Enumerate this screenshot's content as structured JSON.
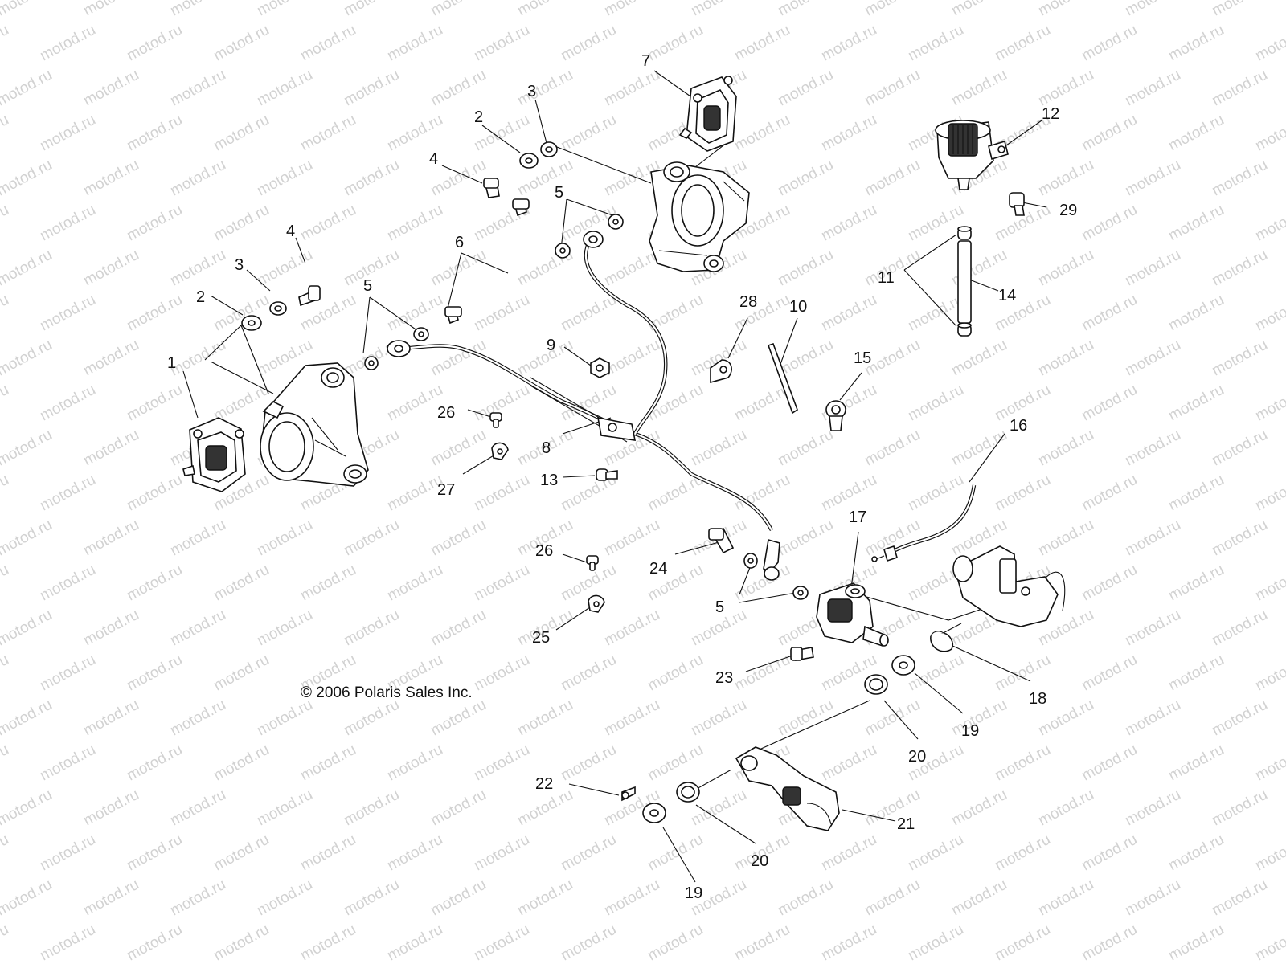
{
  "watermark": {
    "text": "motod.ru"
  },
  "copyright": "© 2006 Polaris Sales Inc.",
  "callouts": [
    {
      "id": "c1",
      "text": "1"
    },
    {
      "id": "c2a",
      "text": "2"
    },
    {
      "id": "c3a",
      "text": "3"
    },
    {
      "id": "c4a",
      "text": "4"
    },
    {
      "id": "c2b",
      "text": "2"
    },
    {
      "id": "c3b",
      "text": "3"
    },
    {
      "id": "c4b",
      "text": "4"
    },
    {
      "id": "c5a",
      "text": "5"
    },
    {
      "id": "c5b",
      "text": "5"
    },
    {
      "id": "c5c",
      "text": "5"
    },
    {
      "id": "c6",
      "text": "6"
    },
    {
      "id": "c7",
      "text": "7"
    },
    {
      "id": "c8",
      "text": "8"
    },
    {
      "id": "c9",
      "text": "9"
    },
    {
      "id": "c10",
      "text": "10"
    },
    {
      "id": "c11",
      "text": "11"
    },
    {
      "id": "c12",
      "text": "12"
    },
    {
      "id": "c13",
      "text": "13"
    },
    {
      "id": "c14",
      "text": "14"
    },
    {
      "id": "c15",
      "text": "15"
    },
    {
      "id": "c16",
      "text": "16"
    },
    {
      "id": "c17",
      "text": "17"
    },
    {
      "id": "c18",
      "text": "18"
    },
    {
      "id": "c19a",
      "text": "19"
    },
    {
      "id": "c19b",
      "text": "19"
    },
    {
      "id": "c20a",
      "text": "20"
    },
    {
      "id": "c20b",
      "text": "20"
    },
    {
      "id": "c21",
      "text": "21"
    },
    {
      "id": "c22",
      "text": "22"
    },
    {
      "id": "c23",
      "text": "23"
    },
    {
      "id": "c24",
      "text": "24"
    },
    {
      "id": "c25",
      "text": "25"
    },
    {
      "id": "c26a",
      "text": "26"
    },
    {
      "id": "c26b",
      "text": "26"
    },
    {
      "id": "c27",
      "text": "27"
    },
    {
      "id": "c28",
      "text": "28"
    },
    {
      "id": "c29",
      "text": "29"
    }
  ]
}
